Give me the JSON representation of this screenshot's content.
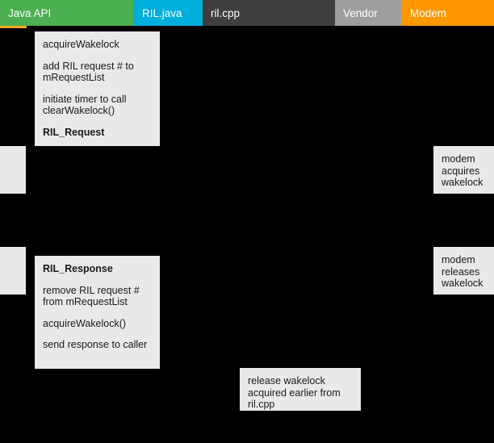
{
  "lanes": [
    {
      "label": "Java API",
      "color": "#4CAF50",
      "name": "lane-java-api"
    },
    {
      "label": "RIL.java",
      "color": "#00AEDB",
      "name": "lane-ril-java"
    },
    {
      "label": "ril.cpp",
      "color": "#3F3F3F",
      "name": "lane-ril-cpp"
    },
    {
      "label": "Vendor",
      "color": "#9E9E9E",
      "name": "lane-vendor"
    },
    {
      "label": "Modem",
      "color": "#FF9800",
      "name": "lane-modem"
    }
  ],
  "accent_color": "#F5A623",
  "background_color": "#000000",
  "note_background_color": "#E9E9E9",
  "notes": {
    "ril_request": {
      "lines": [
        "acquireWakelock",
        "add RIL request # to mRequestList",
        "initiate timer to call clearWakelock()"
      ],
      "title": "RIL_Request"
    },
    "ril_response": {
      "title": "RIL_Response",
      "lines": [
        "remove RIL request # from mRequestList",
        "acquireWakelock()",
        "send response to caller"
      ]
    },
    "release_wakelock": {
      "text": "release wakelock acquired earlier from ril.cpp"
    },
    "modem_acquires": {
      "text": "modem acquires wakelock"
    },
    "modem_releases": {
      "text": "modem releases wakelock"
    },
    "left_clip_top": {
      "text": ""
    },
    "left_clip_bottom": {
      "text": ""
    }
  }
}
